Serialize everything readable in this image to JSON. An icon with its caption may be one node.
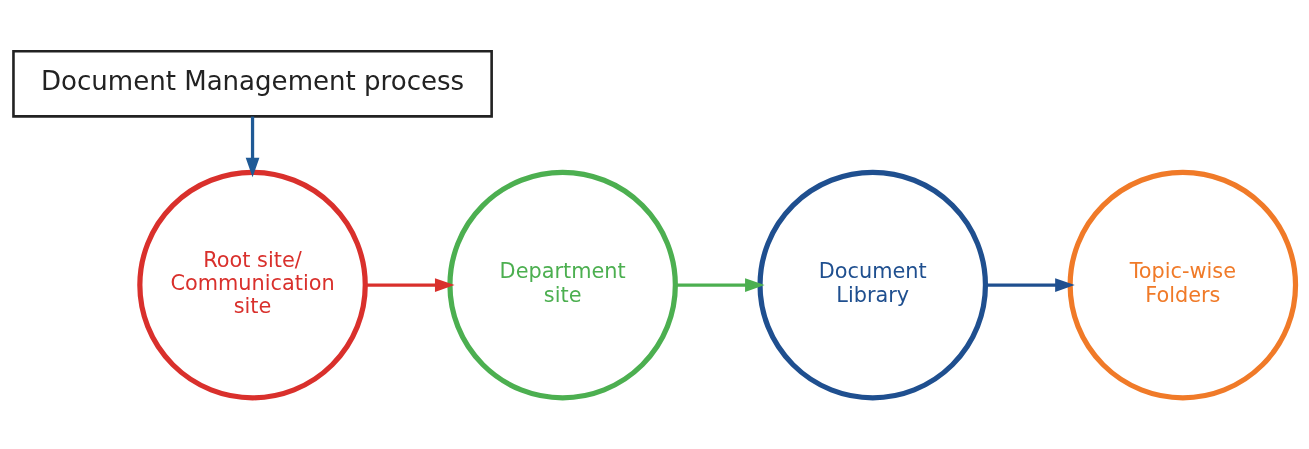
{
  "diagram": {
    "nodes": [
      {
        "text": [
          "Document Management process"
        ]
      },
      {
        "text": [
          "Root site/ Communication site"
        ]
      },
      {
        "text": [
          "Department site"
        ]
      },
      {
        "text": [
          "Document Library"
        ]
      },
      {
        "text": [
          "Topic-wise Folders"
        ]
      }
    ],
    "edges": [
      {
        "from": 0,
        "to": 1,
        "arrow": "to",
        "color": "#1f5a96"
      },
      {
        "from": 1,
        "to": 2,
        "arrow": "to",
        "color": "#d9302c"
      },
      {
        "from": 2,
        "to": 3,
        "arrow": "to",
        "color": "#4caf50"
      },
      {
        "from": 3,
        "to": 4,
        "arrow": "to",
        "color": "#1f4f8f"
      }
    ]
  }
}
